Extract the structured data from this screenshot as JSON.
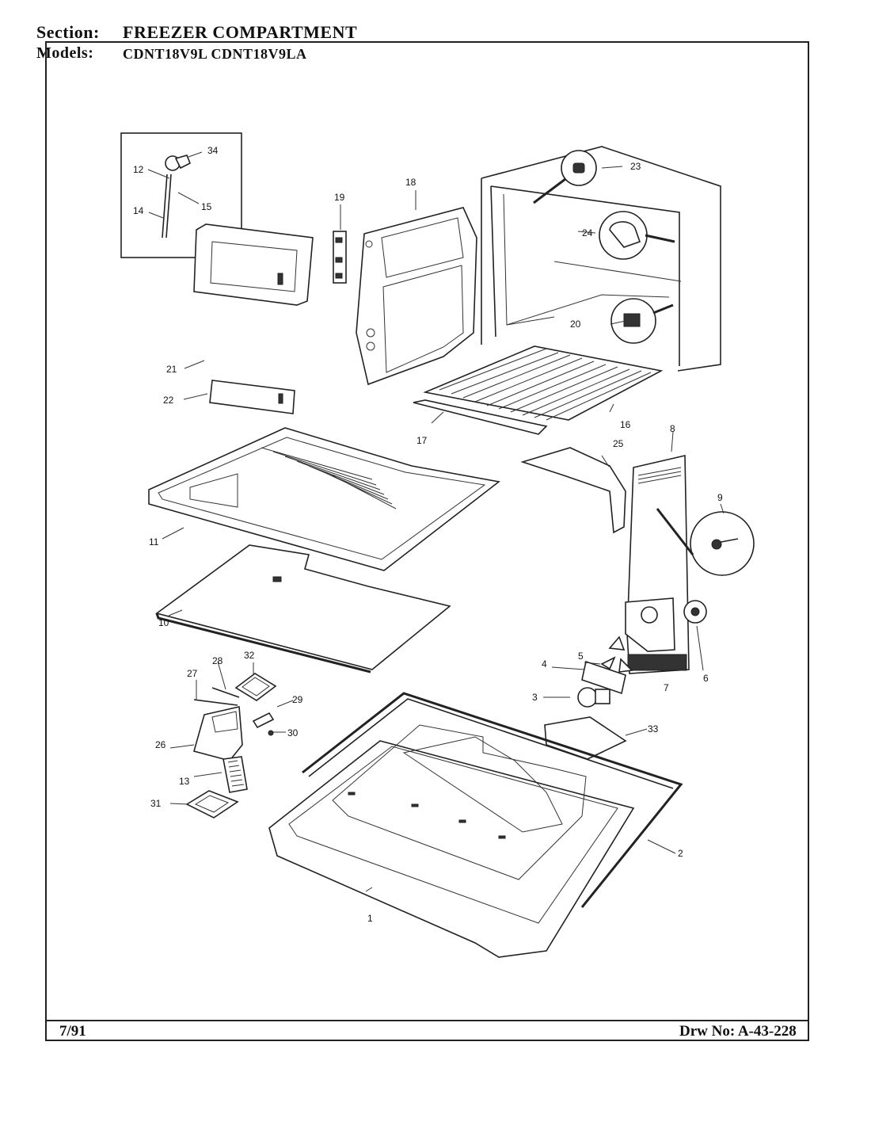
{
  "header": {
    "section_label": "Section:",
    "section_value": "FREEZER COMPARTMENT",
    "models_label": "Models:",
    "models_value": "CDNT18V9L  CDNT18V9LA"
  },
  "footer": {
    "date": "7/91",
    "drawing_number": "Drw No: A-43-228"
  },
  "callouts": [
    {
      "id": "c1",
      "label": "1"
    },
    {
      "id": "c2",
      "label": "2"
    },
    {
      "id": "c3",
      "label": "3"
    },
    {
      "id": "c4",
      "label": "4"
    },
    {
      "id": "c5",
      "label": "5"
    },
    {
      "id": "c6",
      "label": "6"
    },
    {
      "id": "c7",
      "label": "7"
    },
    {
      "id": "c8",
      "label": "8"
    },
    {
      "id": "c9",
      "label": "9"
    },
    {
      "id": "c10",
      "label": "10"
    },
    {
      "id": "c11",
      "label": "11"
    },
    {
      "id": "c12",
      "label": "12"
    },
    {
      "id": "c13",
      "label": "13"
    },
    {
      "id": "c14",
      "label": "14"
    },
    {
      "id": "c15",
      "label": "15"
    },
    {
      "id": "c16",
      "label": "16"
    },
    {
      "id": "c17",
      "label": "17"
    },
    {
      "id": "c18",
      "label": "18"
    },
    {
      "id": "c19",
      "label": "19"
    },
    {
      "id": "c20",
      "label": "20"
    },
    {
      "id": "c21",
      "label": "21"
    },
    {
      "id": "c22",
      "label": "22"
    },
    {
      "id": "c23",
      "label": "23"
    },
    {
      "id": "c24",
      "label": "24"
    },
    {
      "id": "c25",
      "label": "25"
    },
    {
      "id": "c26",
      "label": "26"
    },
    {
      "id": "c27",
      "label": "27"
    },
    {
      "id": "c28",
      "label": "28"
    },
    {
      "id": "c29",
      "label": "29"
    },
    {
      "id": "c30",
      "label": "30"
    },
    {
      "id": "c31",
      "label": "31"
    },
    {
      "id": "c32",
      "label": "32"
    },
    {
      "id": "c33",
      "label": "33"
    },
    {
      "id": "c34",
      "label": "34"
    }
  ]
}
